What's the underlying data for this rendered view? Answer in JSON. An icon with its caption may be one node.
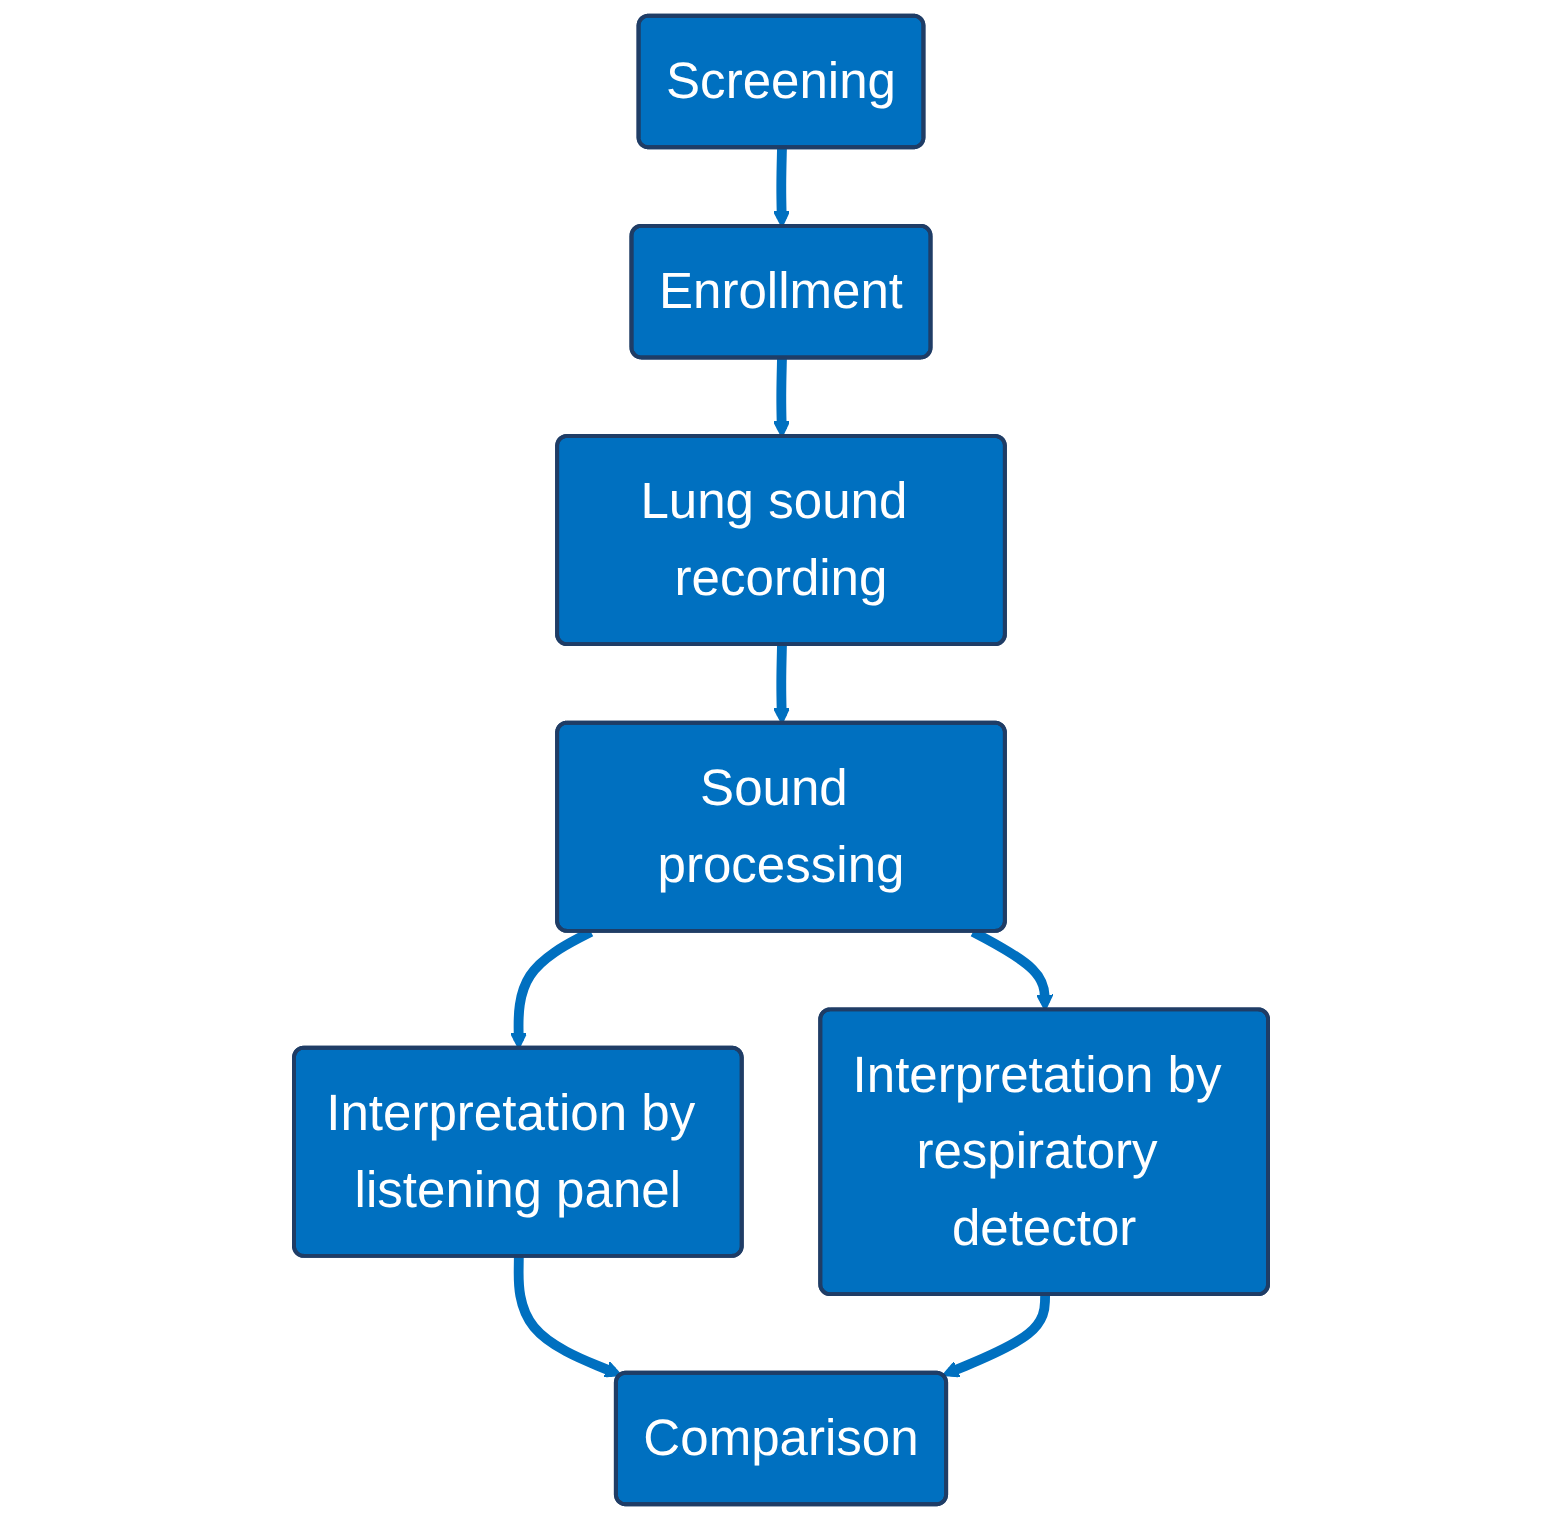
{
  "diagram": {
    "nodes": [
      {
        "text": [
          "Screening"
        ]
      },
      {
        "text": [
          "Enrollment"
        ]
      },
      {
        "text": [
          "Lung sound recording"
        ]
      },
      {
        "text": [
          "Sound processing"
        ]
      },
      {
        "text": [
          "Interpretation by listening panel"
        ]
      },
      {
        "text": [
          "Interpretation by respiratory detector"
        ]
      },
      {
        "text": [
          "Comparison"
        ]
      }
    ],
    "edges": [
      {
        "from": 0,
        "to": 1,
        "arrow": "to"
      },
      {
        "from": 1,
        "to": 2,
        "arrow": "to"
      },
      {
        "from": 2,
        "to": 3,
        "arrow": "to"
      },
      {
        "from": 3,
        "to": 4,
        "arrow": "to"
      },
      {
        "from": 3,
        "to": 5,
        "arrow": "to"
      },
      {
        "from": 4,
        "to": 6,
        "arrow": "to"
      },
      {
        "from": 5,
        "to": 6,
        "arrow": "to"
      }
    ]
  }
}
